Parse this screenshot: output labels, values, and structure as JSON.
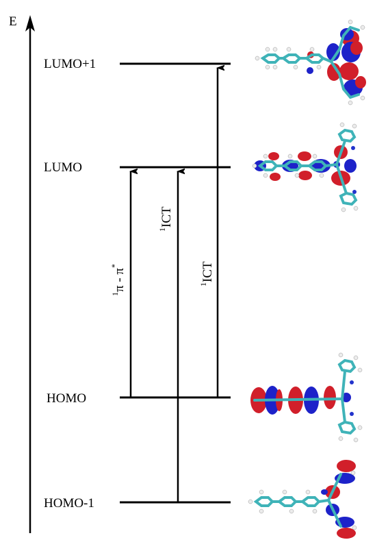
{
  "axis": {
    "label": "E"
  },
  "levels": [
    {
      "id": "lumo1",
      "label": "LUMO+1"
    },
    {
      "id": "lumo",
      "label": "LUMO"
    },
    {
      "id": "homo",
      "label": "HOMO"
    },
    {
      "id": "homo1",
      "label": "HOMO-1"
    }
  ],
  "transitions": [
    {
      "id": "pipi",
      "from": "HOMO",
      "to": "LUMO",
      "label": "π - π",
      "superscript": "1",
      "star": "*"
    },
    {
      "id": "ict1",
      "from": "HOMO-1",
      "to": "LUMO",
      "label": "ICT",
      "superscript": "1"
    },
    {
      "id": "ict2",
      "from": "HOMO",
      "to": "LUMO+1",
      "label": "ICT",
      "superscript": "1"
    }
  ],
  "colors": {
    "orbital_positive": "#d11f2a",
    "orbital_negative": "#1d22c9",
    "carbon": "#3fb3b8",
    "hydrogen": "#ececec",
    "nitrogen": "#2233cc"
  },
  "orbital_images": [
    "lumo1-orbital",
    "lumo-orbital",
    "homo-orbital",
    "homo1-orbital"
  ]
}
